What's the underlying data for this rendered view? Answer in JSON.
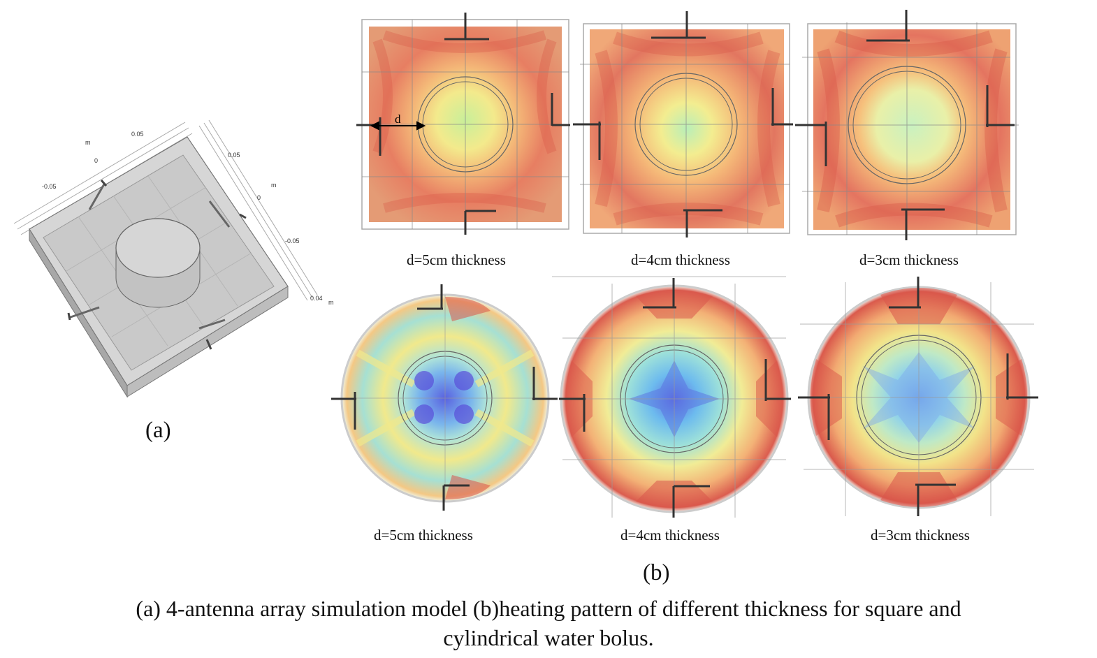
{
  "panel_a": {
    "axis_ticks": [
      "m",
      "0.05",
      "0",
      "-0.05",
      "0.05",
      "m",
      "0",
      "-0.05",
      "0.04",
      "m"
    ],
    "label": "(a)"
  },
  "panel_b": {
    "square_labels": [
      "d=5cm thickness",
      "d=4cm thickness",
      "d=3cm thickness"
    ],
    "cylinder_labels": [
      "d=5cm thickness",
      "d=4cm thickness",
      "d=3cm thickness"
    ],
    "dimension_marker": "d",
    "label": "(b)"
  },
  "caption": {
    "line1": "(a) 4-antenna array simulation model  (b)heating pattern of different thickness for square and",
    "line2": "cylindrical water bolus."
  },
  "colors": {
    "hot": "#d9564a",
    "warm": "#f2a86e",
    "mild": "#f5e88a",
    "cool": "#8fd9e8",
    "cold": "#5a6fe0",
    "model_gray": "#c8c8c8"
  }
}
